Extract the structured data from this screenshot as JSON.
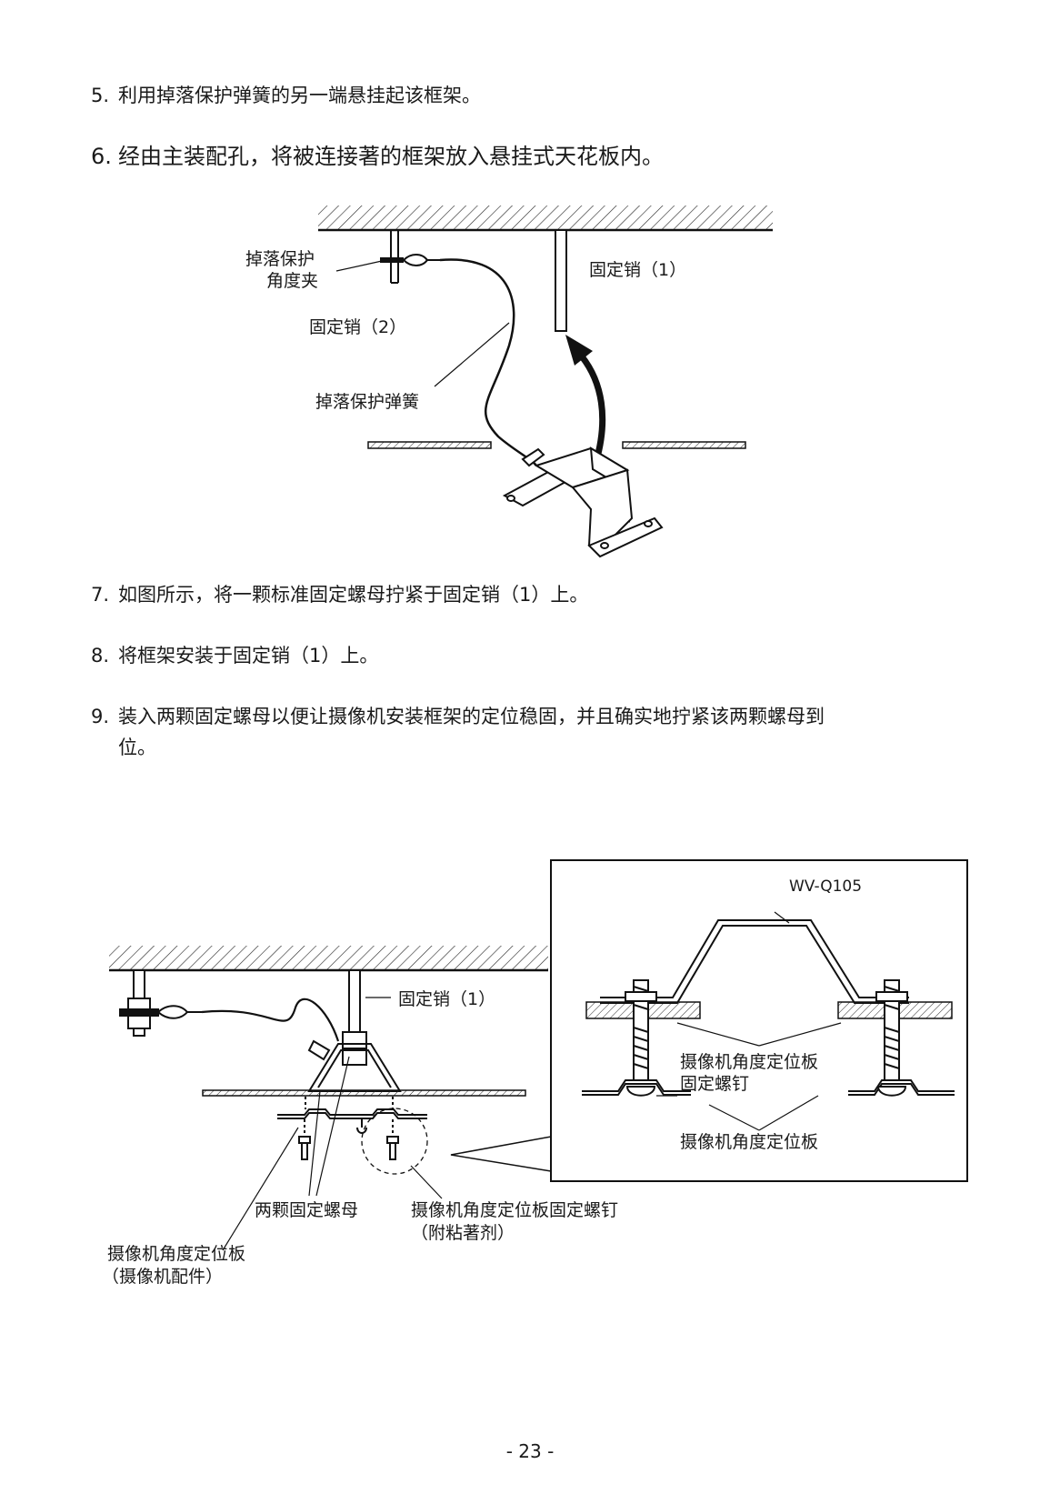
{
  "steps": [
    {
      "num": "5.",
      "text": "利用掉落保护弹簧的另一端悬挂起该框架。"
    },
    {
      "num": "6.",
      "text": "经由主装配孔，将被连接著的框架放入悬挂式天花板内。"
    },
    {
      "num": "7.",
      "text": "如图所示，将一颗标准固定螺母拧紧于固定销（1）上。"
    },
    {
      "num": "8.",
      "text": "将框架安装于固定销（1）上。"
    },
    {
      "num": "9.",
      "text_line1": "装入两颗固定螺母以便让摄像机安装框架的定位稳固，并且确实地拧紧该两颗螺母到",
      "text_line2": "位。"
    }
  ],
  "figure1": {
    "label_clip_line1": "掉落保护",
    "label_clip_line2": "角度夹",
    "label_pin2": "固定销（2）",
    "label_pin1": "固定销（1）",
    "label_spring": "掉落保护弹簧"
  },
  "figure2": {
    "label_pin1": "固定销（1）",
    "label_two_nuts": "两颗固定螺母",
    "label_screw_line1": "摄像机角度定位板固定螺钉",
    "label_screw_line2": "（附粘著剂）",
    "label_plate_line1": "摄像机角度定位板",
    "label_plate_line2": "（摄像机配件）"
  },
  "inset": {
    "model": "WV-Q105",
    "label_screw_line1": "摄像机角度定位板",
    "label_screw_line2": "固定螺钉",
    "label_plate": "摄像机角度定位板"
  },
  "footer": {
    "page_number": "- 23 -"
  }
}
